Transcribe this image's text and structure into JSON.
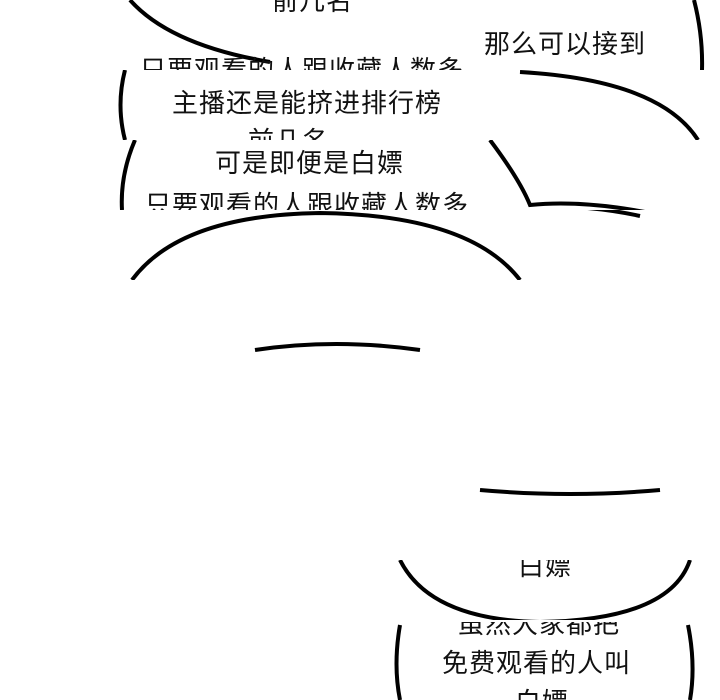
{
  "panel": {
    "bubbles": [
      {
        "line": "前几名"
      },
      {
        "line": "那么可以接到"
      },
      {
        "line": "只要观看的人跟收藏人数多"
      },
      {
        "line": "主播还是能挤进排行榜"
      },
      {
        "line": "前几名"
      },
      {
        "line": "可是即便是白嫖"
      },
      {
        "line": "只要观看的人跟收藏人数多"
      },
      {
        "line": "白嫖"
      },
      {
        "line": "虽然大家都把"
      },
      {
        "line": "免费观看的人叫"
      },
      {
        "line": "白嫖"
      }
    ]
  }
}
